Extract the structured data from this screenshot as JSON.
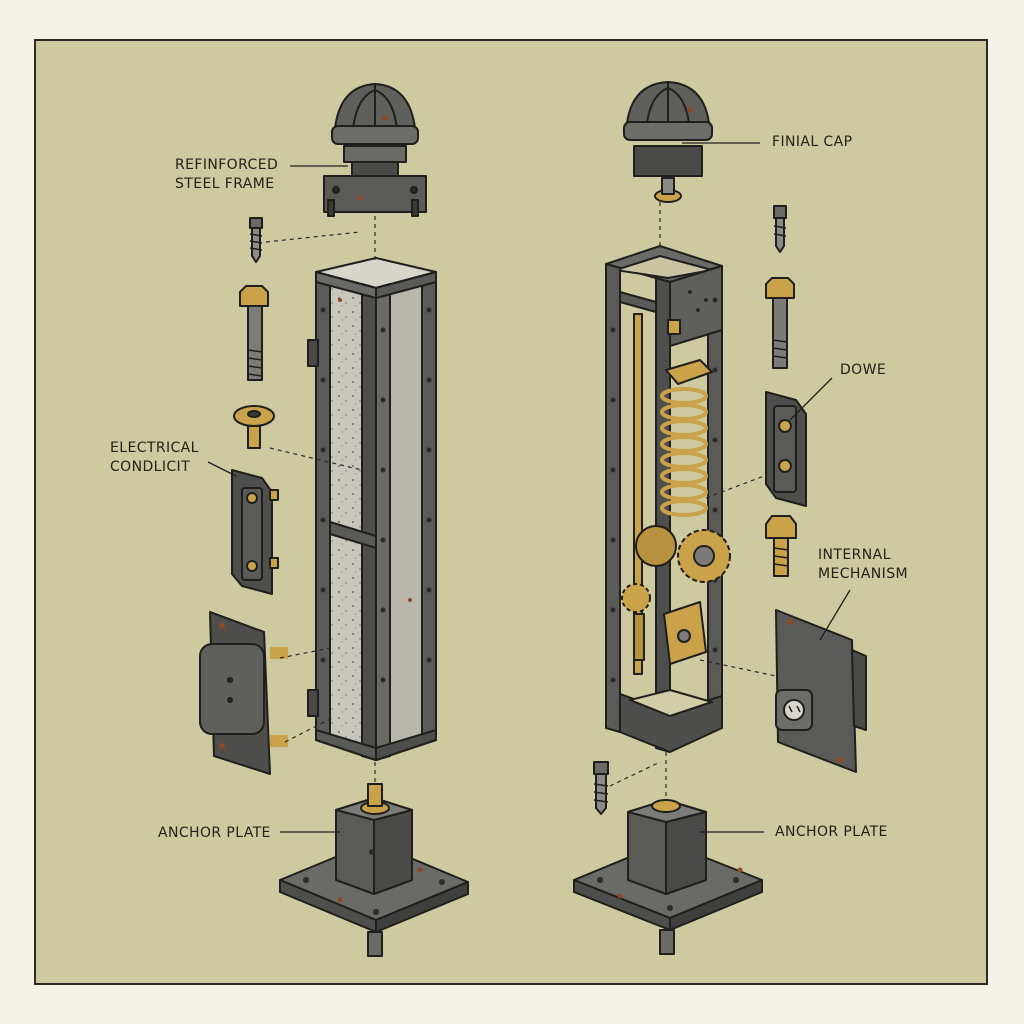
{
  "labels": {
    "reinforced_frame": [
      "REFINFORCED",
      "STEEL FRAME"
    ],
    "finial_cap": "FINIAL CAP",
    "electrical_conduit": [
      "ELECTRICAL",
      "CONDLICIT"
    ],
    "dowel": "DOWE",
    "internal_mechanism": [
      "INTERNAL",
      "MECHANISM"
    ],
    "anchor_plate_left": "ANCHOR PLATE",
    "anchor_plate_right": "ANCHOR PLATE"
  },
  "colors": {
    "background": "#cdcaa0",
    "steel": "#5a5b58",
    "steel_dark": "#3a3b39",
    "steel_light": "#7b7c78",
    "concrete": "#c9c7bd",
    "brass": "#c9a24a",
    "rust": "#8a4a2a",
    "outline": "#1f1f1d"
  },
  "icons": [
    "finial-cap",
    "bolt",
    "washer",
    "bracket",
    "junction-box",
    "anchor-plate",
    "gear",
    "spring"
  ]
}
